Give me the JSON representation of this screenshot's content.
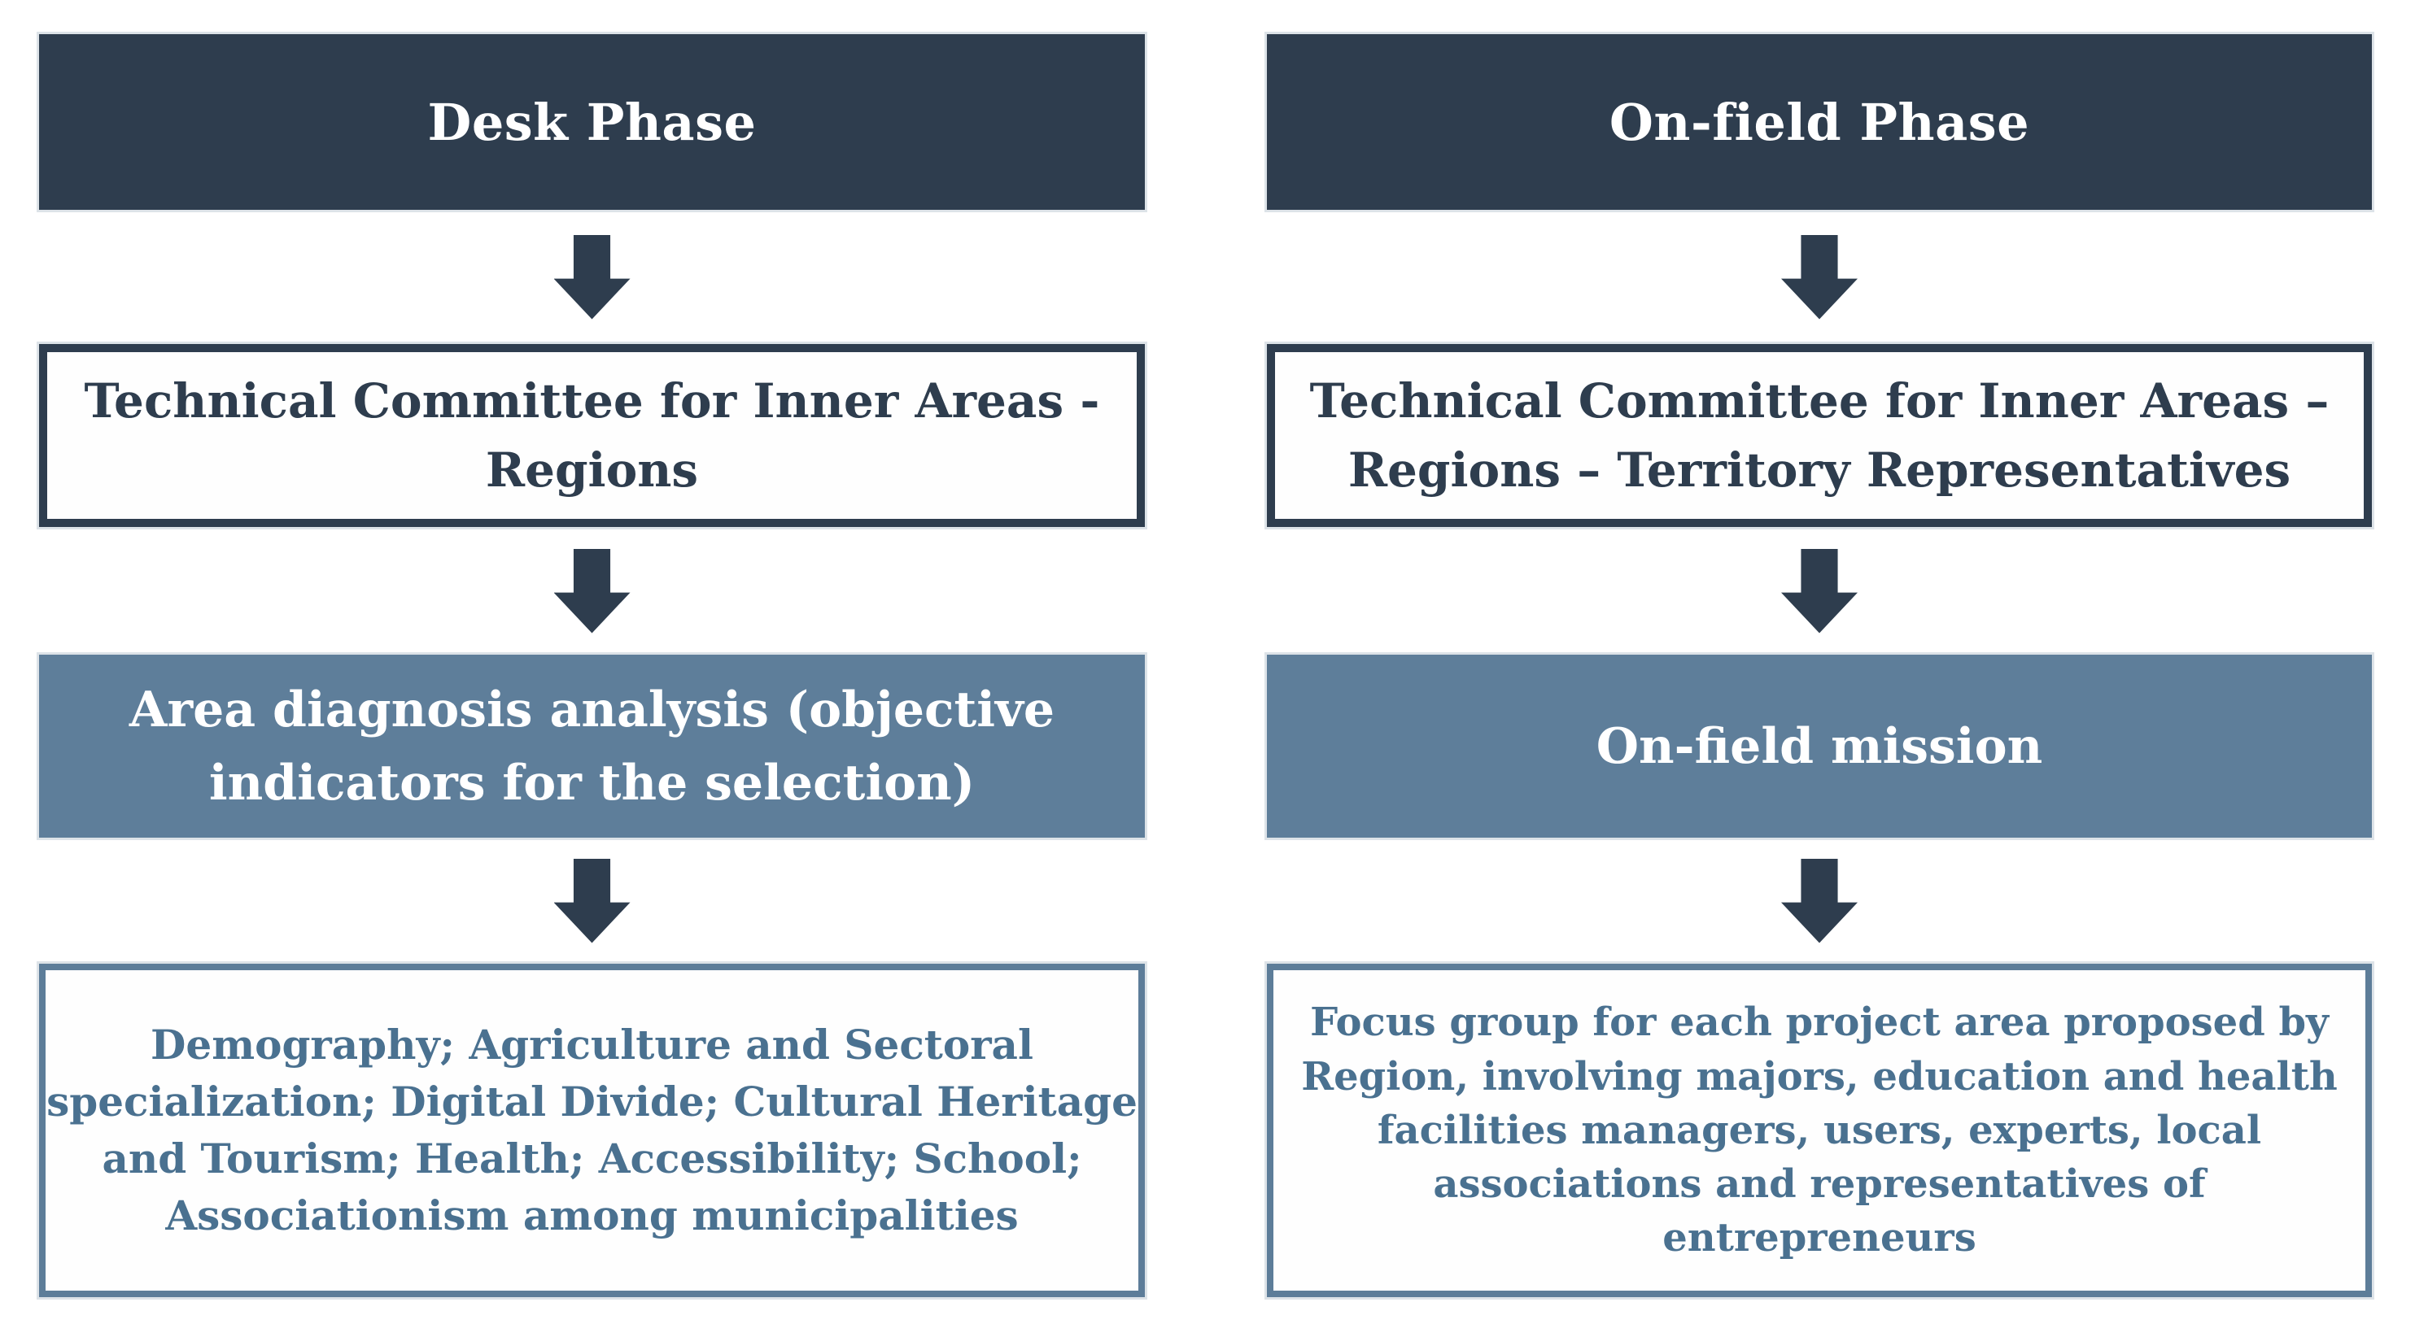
{
  "diagram": {
    "columns": [
      {
        "header": "Desk Phase",
        "steps": [
          {
            "label": "Technical Committee for Inner Areas -\nRegions"
          },
          {
            "label": "Area diagnosis analysis (objective\nindicators for the selection)"
          },
          {
            "label": "Demography; Agriculture and Sectoral\nspecialization; Digital Divide; Cultural Heritage\nand Tourism; Health; Accessibility; School;\nAssociationism among municipalities"
          }
        ]
      },
      {
        "header": "On-field Phase",
        "steps": [
          {
            "label": "Technical Committee for Inner Areas –\nRegions – Territory Representatives"
          },
          {
            "label": "On-field mission"
          },
          {
            "label": "Focus group for each project area proposed by\nRegion, involving majors, education and health\nfacilities managers, users, experts, local\nassociations and representatives of\nentrepreneurs"
          }
        ]
      }
    ],
    "icons": {
      "connector": "down-arrow"
    },
    "colors": {
      "dark_navy": "#2e3d4e",
      "slate_blue": "#5e7e9a",
      "slate_text": "#4a7190",
      "box_background": "#ffffff"
    }
  }
}
